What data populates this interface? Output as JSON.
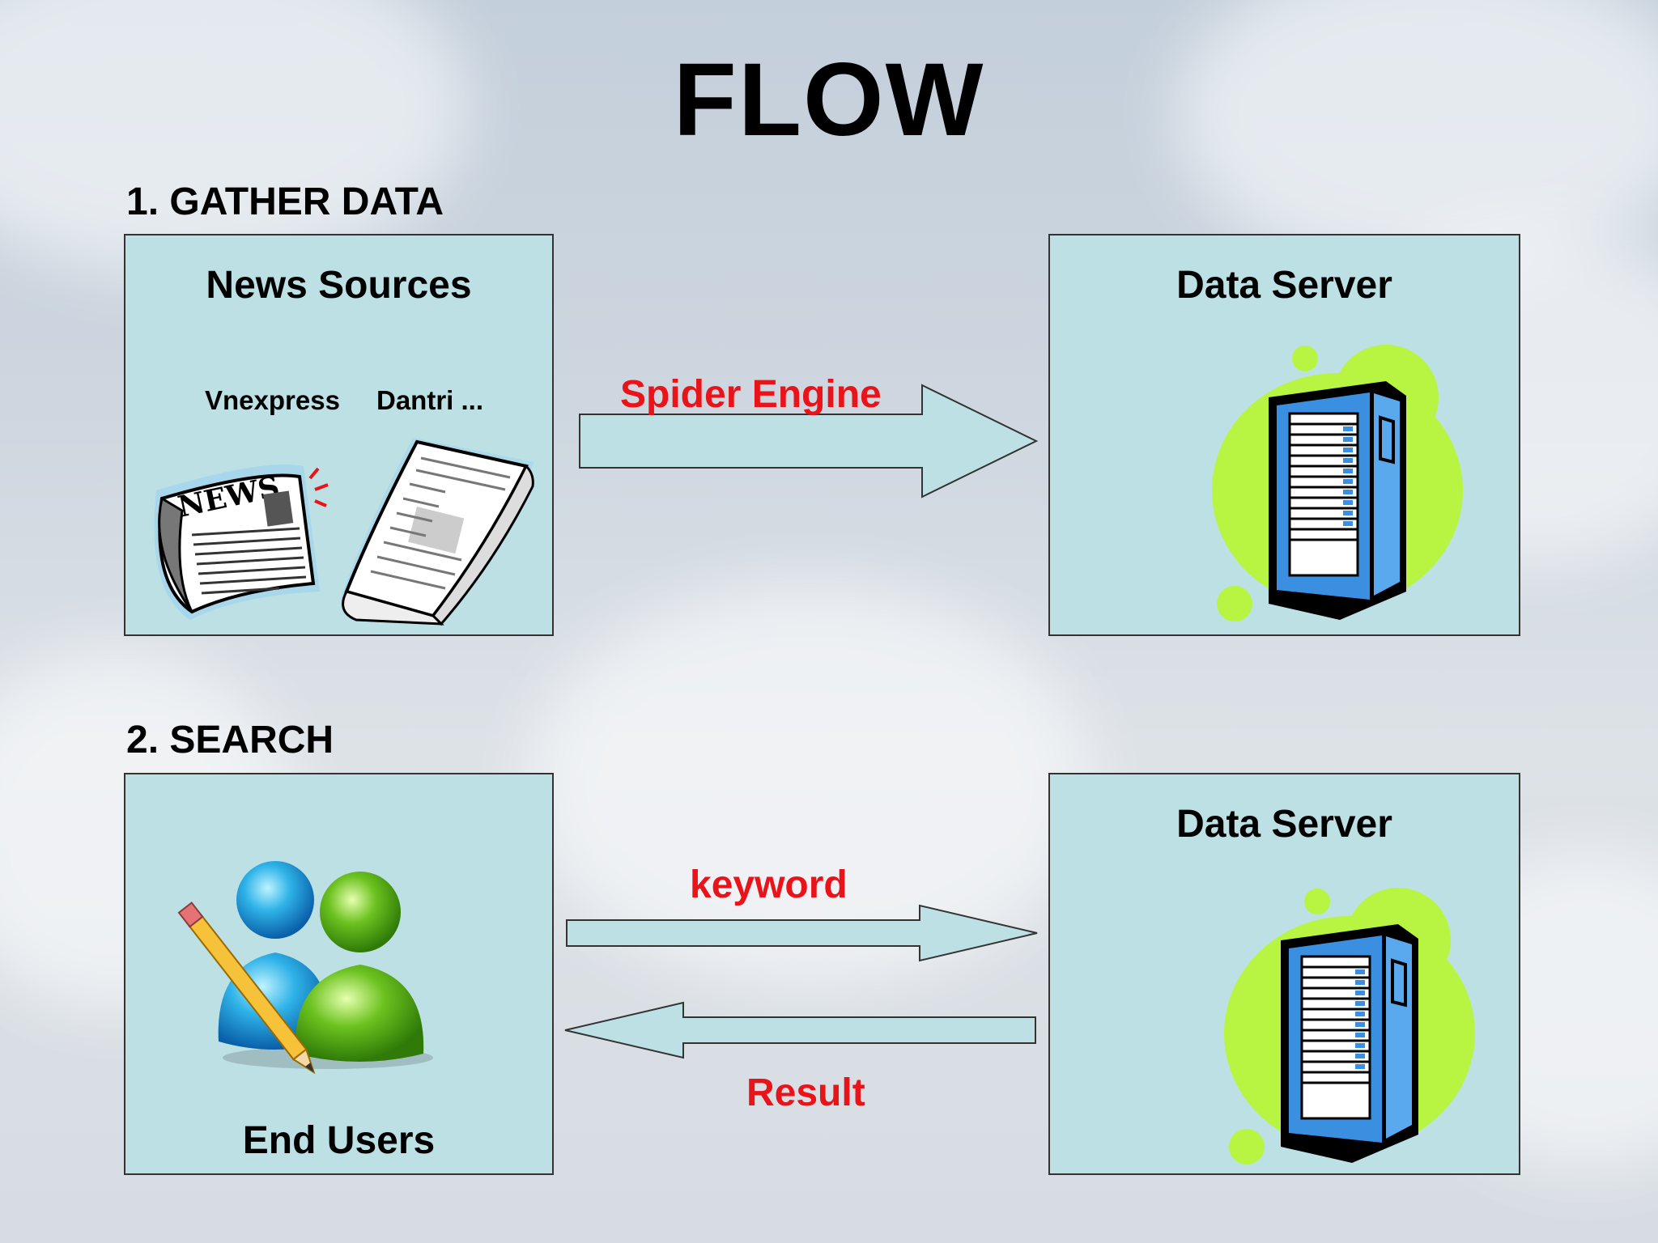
{
  "title": "FLOW",
  "sections": {
    "gather": "1. GATHER DATA",
    "search": "2. SEARCH"
  },
  "gather": {
    "source_panel_title": "News Sources",
    "sources": [
      "Vnexpress",
      "Dantri ..."
    ],
    "newspaper_text": "NEWS",
    "server_panel_title": "Data Server",
    "arrow_label": "Spider Engine"
  },
  "search": {
    "users_panel_title": "End Users",
    "server_panel_title": "Data Server",
    "request_label": "keyword",
    "response_label": "Result"
  },
  "colors": {
    "panel_fill": "#bde0e4",
    "label_red": "#e8141a",
    "server_blob": "#b7f542",
    "server_blue": "#3a8fe0"
  }
}
